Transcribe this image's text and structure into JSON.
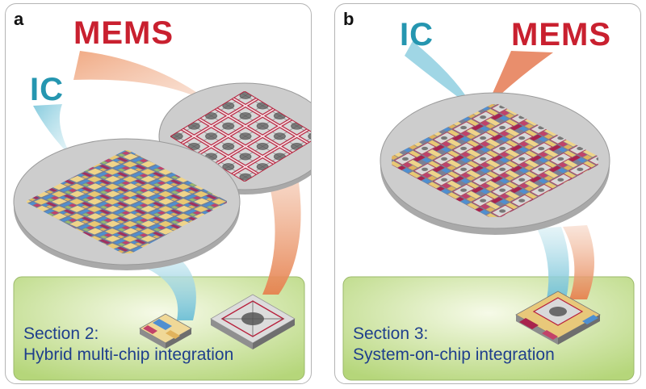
{
  "panels": [
    {
      "letter": "a",
      "labels": {
        "mems": "MEMS",
        "ic": "IC"
      },
      "caption": {
        "line1": "Section 2:",
        "line2": "Hybrid multi-chip integration"
      }
    },
    {
      "letter": "b",
      "labels": {
        "ic": "IC",
        "mems": "MEMS"
      },
      "caption": {
        "line1": "Section 3:",
        "line2": "System-on-chip integration"
      }
    }
  ],
  "colors": {
    "mems": "#c9202f",
    "ic": "#2596b0",
    "caption": "#1f3f8c",
    "base_green": "#cfe6a6",
    "wafer_gray": "#c9c9c9"
  }
}
